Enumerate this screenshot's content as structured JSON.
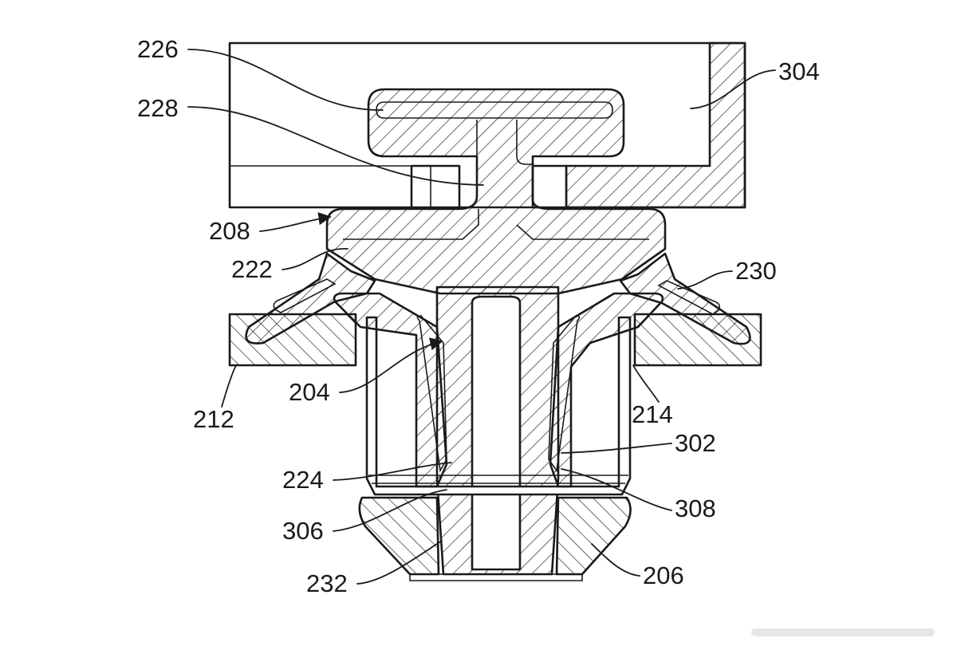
{
  "labels": {
    "l226": "226",
    "l228": "228",
    "l304": "304",
    "l208": "208",
    "l222": "222",
    "l230": "230",
    "l204": "204",
    "l212": "212",
    "l214": "214",
    "l302": "302",
    "l224": "224",
    "l308": "308",
    "l306": "306",
    "l232": "232",
    "l206": "206"
  },
  "colors": {
    "line": "#1a1a1a",
    "background": "#ffffff",
    "watermark": "#e6e6e6"
  }
}
